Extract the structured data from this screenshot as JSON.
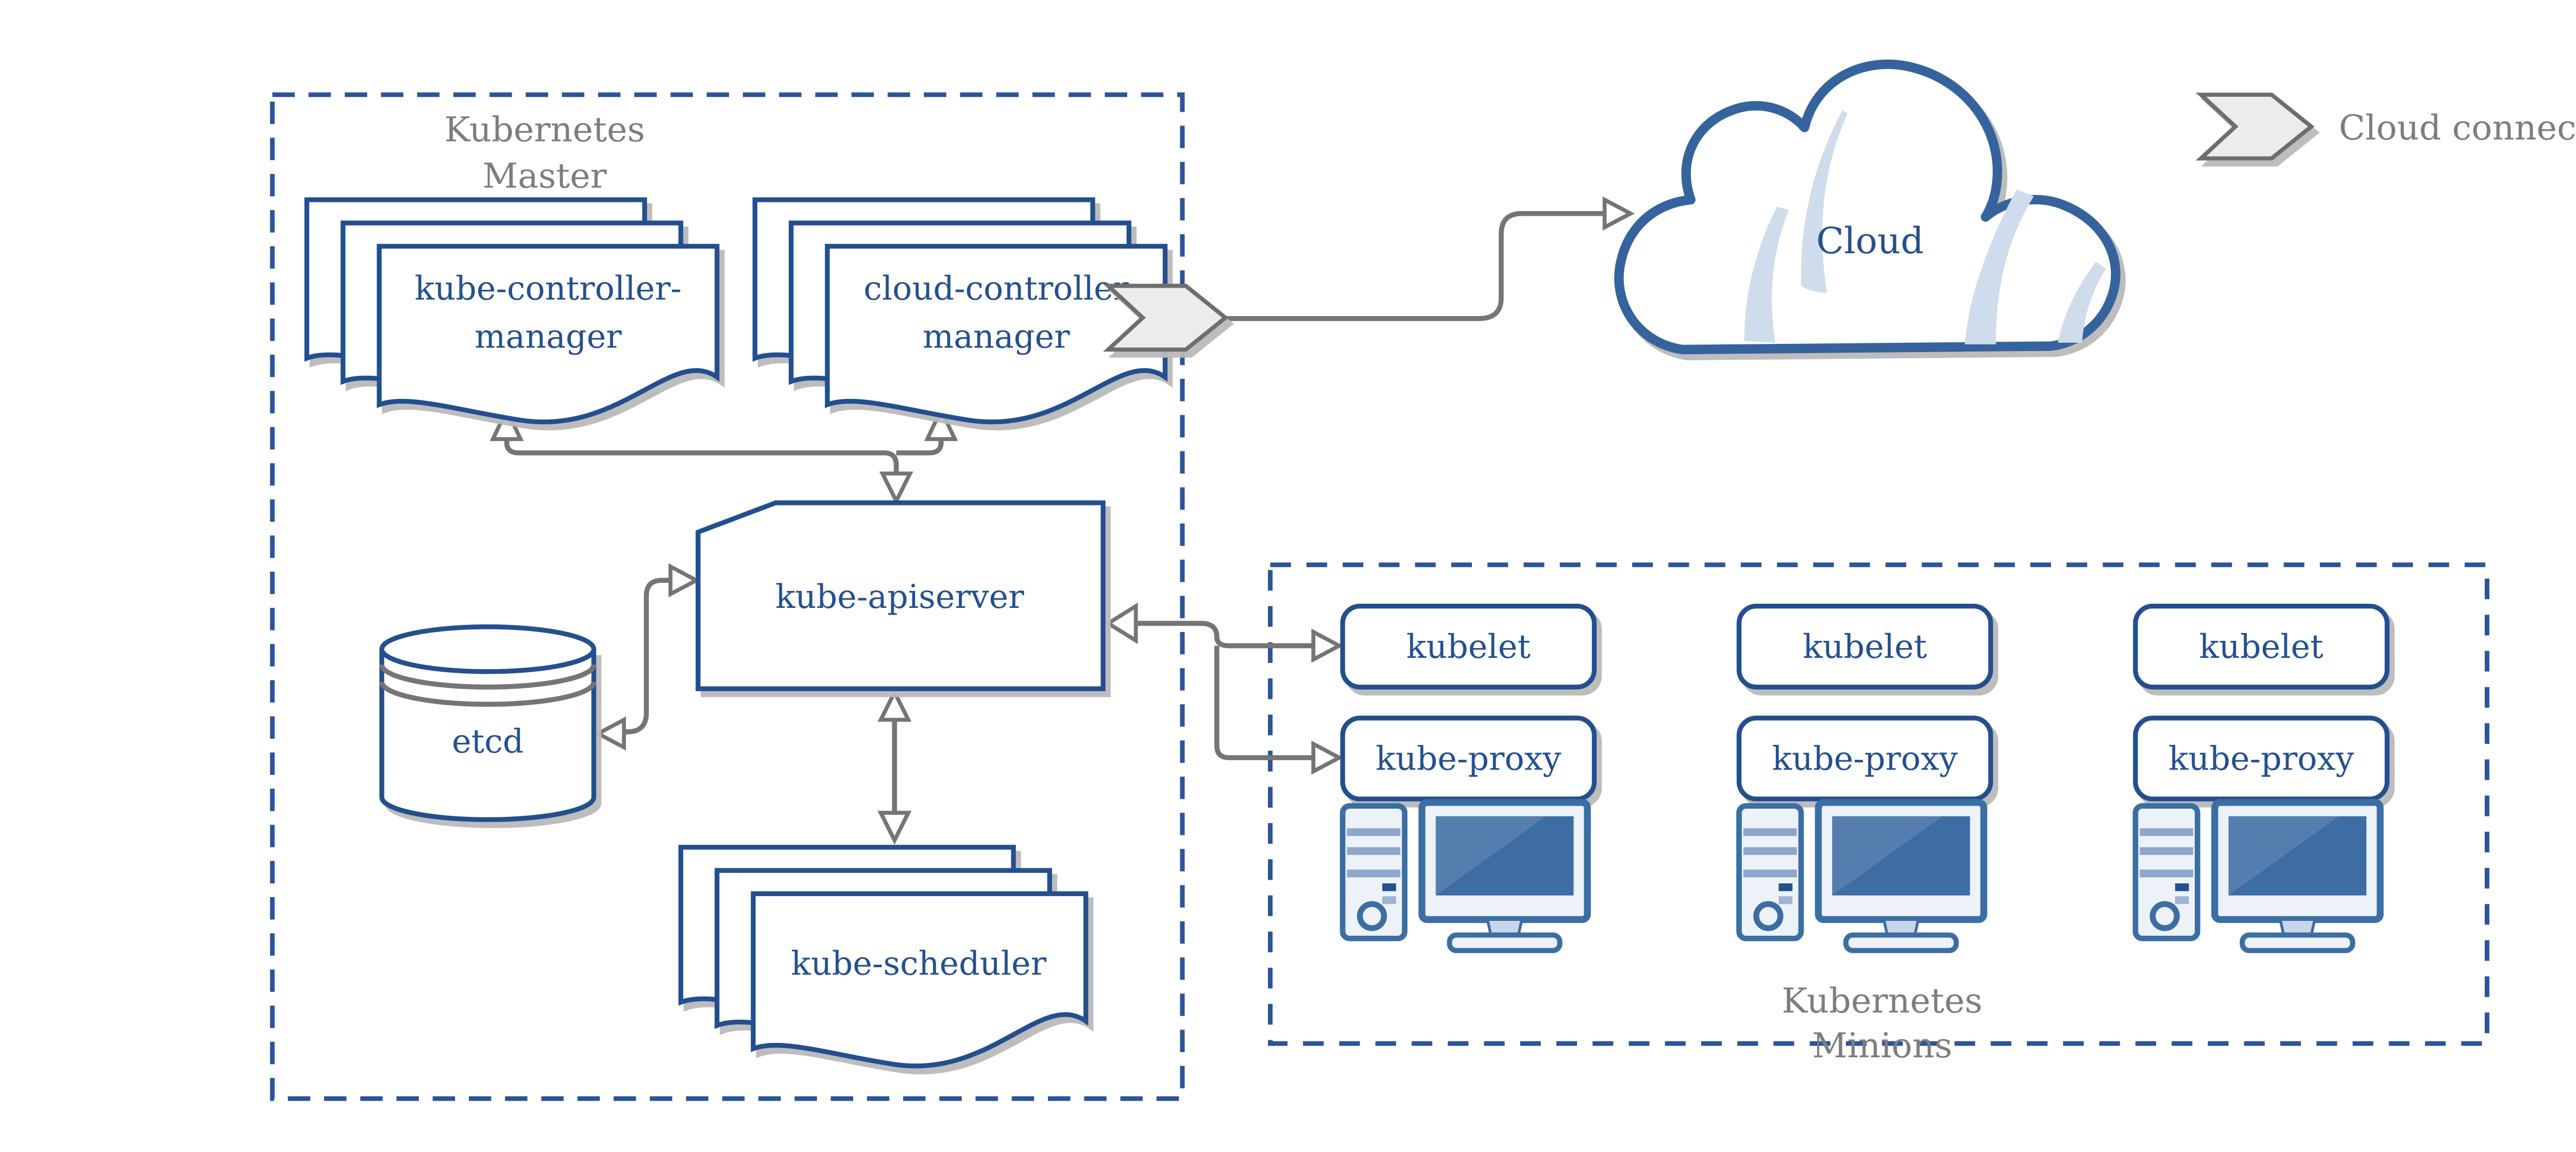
{
  "master": {
    "title_lines": [
      "Kubernetes",
      "Master"
    ],
    "kube_controller_manager_lines": [
      "kube-controller-",
      "manager"
    ],
    "cloud_controller_manager_lines": [
      "cloud-controller",
      "manager"
    ],
    "apiserver_label": "kube-apiserver",
    "etcd_label": "etcd",
    "scheduler_label": "kube-scheduler"
  },
  "cloud": {
    "label": "Cloud"
  },
  "legend": {
    "label": "Cloud connector"
  },
  "minions": {
    "title_lines": [
      "Kubernetes",
      "Minions"
    ],
    "nodes": [
      {
        "kubelet": "kubelet",
        "kube_proxy": "kube-proxy"
      },
      {
        "kubelet": "kubelet",
        "kube_proxy": "kube-proxy"
      },
      {
        "kubelet": "kubelet",
        "kube_proxy": "kube-proxy"
      }
    ]
  },
  "colors": {
    "node_border": "#24508F",
    "node_text": "#24508F",
    "dashed_border": "#2B549B",
    "connector_gray": "#757575",
    "title_gray": "#7D7D7D",
    "cloud_border": "#35639D",
    "cloud_slash": "#CFDCEB",
    "computer_border": "#3A6EA5",
    "computer_fill": "#EDF2F8",
    "screen_fill": "#3E6DA4",
    "shadow": "#B9B9B9"
  }
}
